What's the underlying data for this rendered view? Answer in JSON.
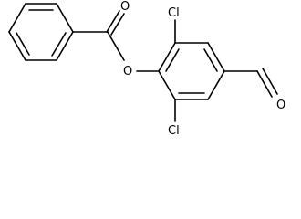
{
  "structure": {
    "atoms": {
      "chlorine_top": "Cl",
      "chlorine_bottom": "Cl",
      "ester_oxygen": "O",
      "carbonyl_oxygen_ester": "O",
      "carbonyl_oxygen_aldehyde": "O"
    },
    "colors": {
      "bond": "#000000",
      "label": "#000000",
      "background": "#ffffff"
    }
  }
}
